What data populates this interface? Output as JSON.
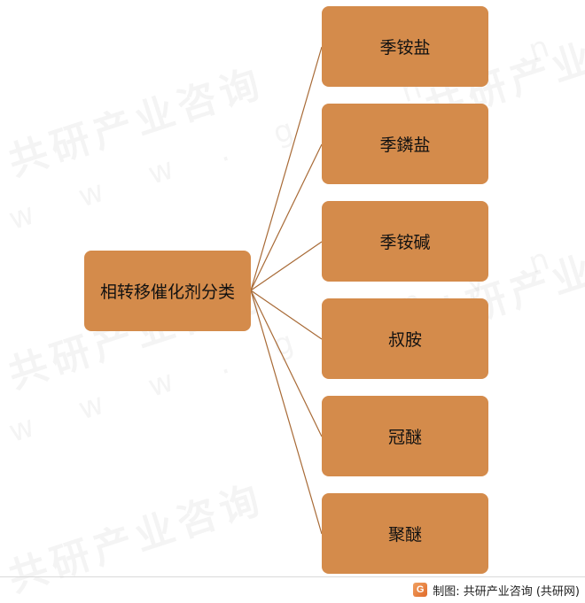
{
  "root": {
    "label": "相转移催化剂分类"
  },
  "children": [
    {
      "label": "季铵盐"
    },
    {
      "label": "季鏻盐"
    },
    {
      "label": "季铵碱"
    },
    {
      "label": "叔胺"
    },
    {
      "label": "冠醚"
    },
    {
      "label": "聚醚"
    }
  ],
  "footer": {
    "source": "制图: 共研产业咨询 (共研网)"
  },
  "colors": {
    "node_fill": "#d48b4b",
    "connector": "#a86a36"
  }
}
